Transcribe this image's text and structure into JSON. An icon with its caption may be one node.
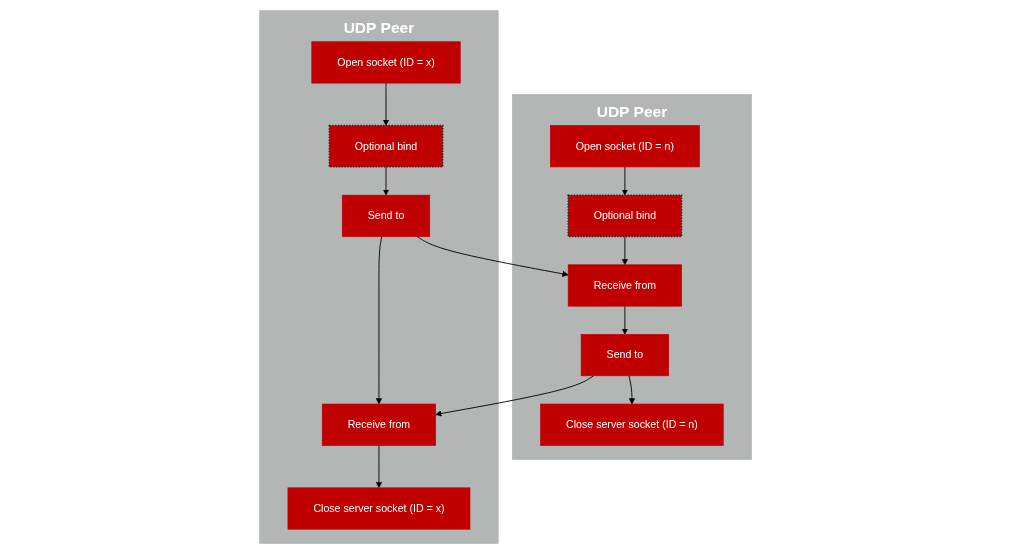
{
  "diagram": {
    "nodes": [
      {
        "text": [
          "UDP Peer"
        ]
      },
      {
        "text": [
          "Open socket (ID = n)"
        ],
        "in": 0
      },
      {
        "text": [
          "Optional bind"
        ],
        "in": 0
      },
      {
        "text": [
          "Receive from"
        ],
        "in": 0
      },
      {
        "text": [
          "Send to"
        ],
        "in": 0
      },
      {
        "text": [
          "Close server socket (ID = n)"
        ],
        "in": 0
      },
      {
        "text": [
          "UDP Peer"
        ]
      },
      {
        "text": [
          "Open socket (ID = x)"
        ],
        "in": 6
      },
      {
        "text": [
          "Optional bind"
        ],
        "in": 6
      },
      {
        "text": [
          "Send to"
        ],
        "in": 6
      },
      {
        "text": [
          "Receive from"
        ],
        "in": 6
      },
      {
        "text": [
          "Close server socket (ID = x)"
        ],
        "in": 6
      }
    ],
    "edges": [
      {
        "from": 1,
        "to": 2,
        "arrow": "to"
      },
      {
        "from": 2,
        "to": 3,
        "arrow": "to"
      },
      {
        "from": 3,
        "to": 4,
        "arrow": "to"
      },
      {
        "from": 4,
        "to": 5,
        "arrow": "to"
      },
      {
        "from": 7,
        "to": 8,
        "arrow": "to"
      },
      {
        "from": 8,
        "to": 9,
        "arrow": "to"
      },
      {
        "from": 9,
        "to": 10,
        "arrow": "to"
      },
      {
        "from": 10,
        "to": 11,
        "arrow": "to"
      },
      {
        "from": 9,
        "to": 3,
        "arrow": "to"
      },
      {
        "from": 4,
        "to": 10,
        "arrow": "to"
      }
    ]
  }
}
